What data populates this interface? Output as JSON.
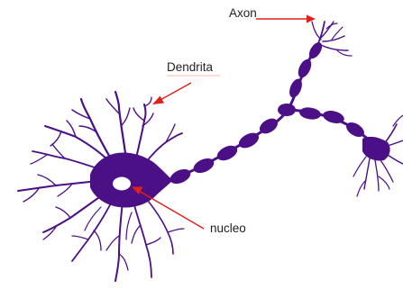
{
  "labels": {
    "axon": "Axon",
    "dendrite": "Dendrita",
    "nucleus": "nucleo"
  },
  "colors": {
    "neuron": "#4b0f86",
    "arrow": "#e0201a",
    "label_underline": "#f4b8b0",
    "background": "#ffffff"
  }
}
